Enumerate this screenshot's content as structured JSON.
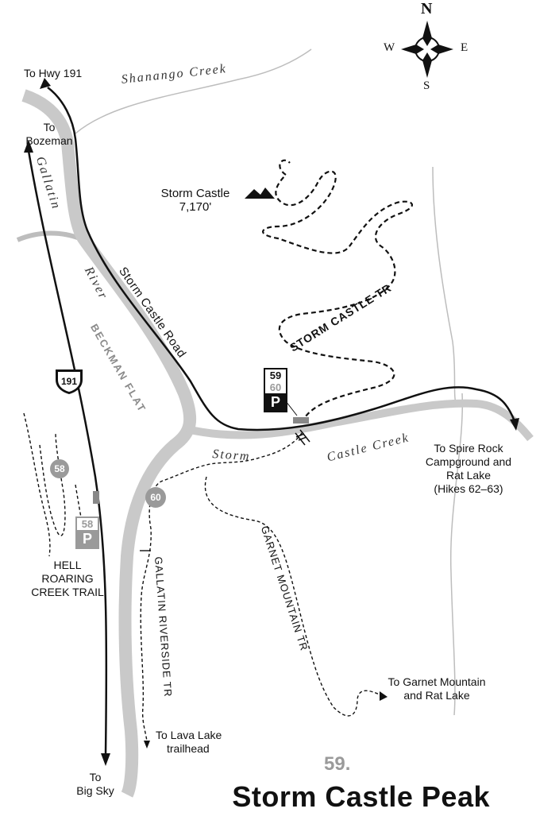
{
  "compass": {
    "n": "N",
    "s": "S",
    "e": "E",
    "w": "W"
  },
  "labels": {
    "to_hwy_191": "To Hwy 191",
    "to_bozeman_1": "To",
    "to_bozeman_2": "Bozeman",
    "shanango_creek": "Shanango Creek",
    "storm_castle_1": "Storm Castle",
    "storm_castle_2": "7,170'",
    "gallatin": "Gallatin",
    "river": "River",
    "storm_castle_road": "Storm Castle Road",
    "storm_castle_tr": "STORM CASTLE TR",
    "beckman_flat": "BECKMAN FLAT",
    "highway_shield": "191",
    "storm": "Storm",
    "castle_creek": "Castle Creek",
    "to_spire_rock_1": "To Spire Rock",
    "to_spire_rock_2": "Campground and",
    "to_spire_rock_3": "Rat Lake",
    "to_spire_rock_4": "(Hikes 62–63)",
    "hell_roaring_1": "HELL",
    "hell_roaring_2": "ROARING",
    "hell_roaring_3": "CREEK TRAIL",
    "gallatin_riverside_tr": "GALLATIN RIVERSIDE TR",
    "garnet_mountain_tr": "GARNET MOUNTAIN TR",
    "to_garnet_1": "To Garnet Mountain",
    "to_garnet_2": "and Rat Lake",
    "to_lava_1": "To Lava Lake",
    "to_lava_2": "trailhead",
    "to_big_sky_1": "To",
    "to_big_sky_2": "Big Sky"
  },
  "parking": {
    "main": {
      "hike_a": "59",
      "hike_b": "60",
      "symbol": "P"
    },
    "hell_roaring": {
      "hike": "58",
      "symbol": "P"
    }
  },
  "badges": {
    "hike_58": "58",
    "hike_60": "60"
  },
  "footer": {
    "hike_number": "59.",
    "title": "Storm Castle Peak"
  },
  "colors": {
    "river": "#c9c9c9",
    "road": "#111111",
    "gray_text": "#9a9a9a"
  }
}
